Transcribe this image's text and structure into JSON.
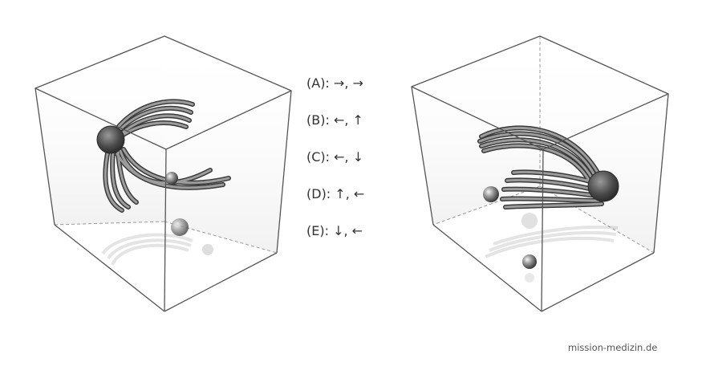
{
  "options": [
    {
      "label": "(A): →, →"
    },
    {
      "label": "(B): ←, ↑"
    },
    {
      "label": "(C): ←, ↓"
    },
    {
      "label": "(D): ↑, ←"
    },
    {
      "label": "(E): ↓, ←"
    }
  ],
  "watermark": "mission-medizin.de",
  "colors": {
    "cube_edge": "#555555",
    "cube_hidden_edge": "#9a9a9a",
    "tube": "#6e6e6e",
    "text": "#333333"
  },
  "icons": {
    "left_figure": "cube-with-tube-bundle",
    "right_figure": "cube-with-tube-bundle"
  }
}
